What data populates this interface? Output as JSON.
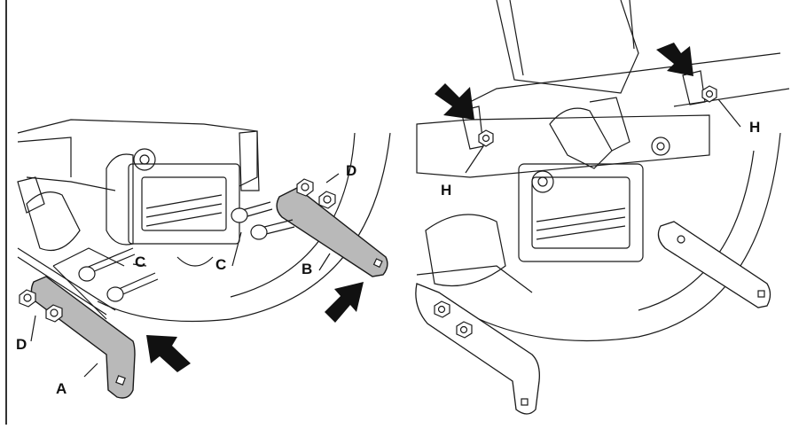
{
  "figure": {
    "panels": [
      {
        "id": "left",
        "callouts": {
          "A": "A",
          "B": "B",
          "C1": "C",
          "C2": "C",
          "D1": "D",
          "D2": "D"
        }
      },
      {
        "id": "right",
        "callouts": {
          "H1": "H",
          "H2": "H"
        }
      }
    ]
  },
  "colors": {
    "line": "#1a1a1a",
    "bracket_fill": "#b9b9b9",
    "arrow_fill": "#111111",
    "background": "#ffffff"
  }
}
